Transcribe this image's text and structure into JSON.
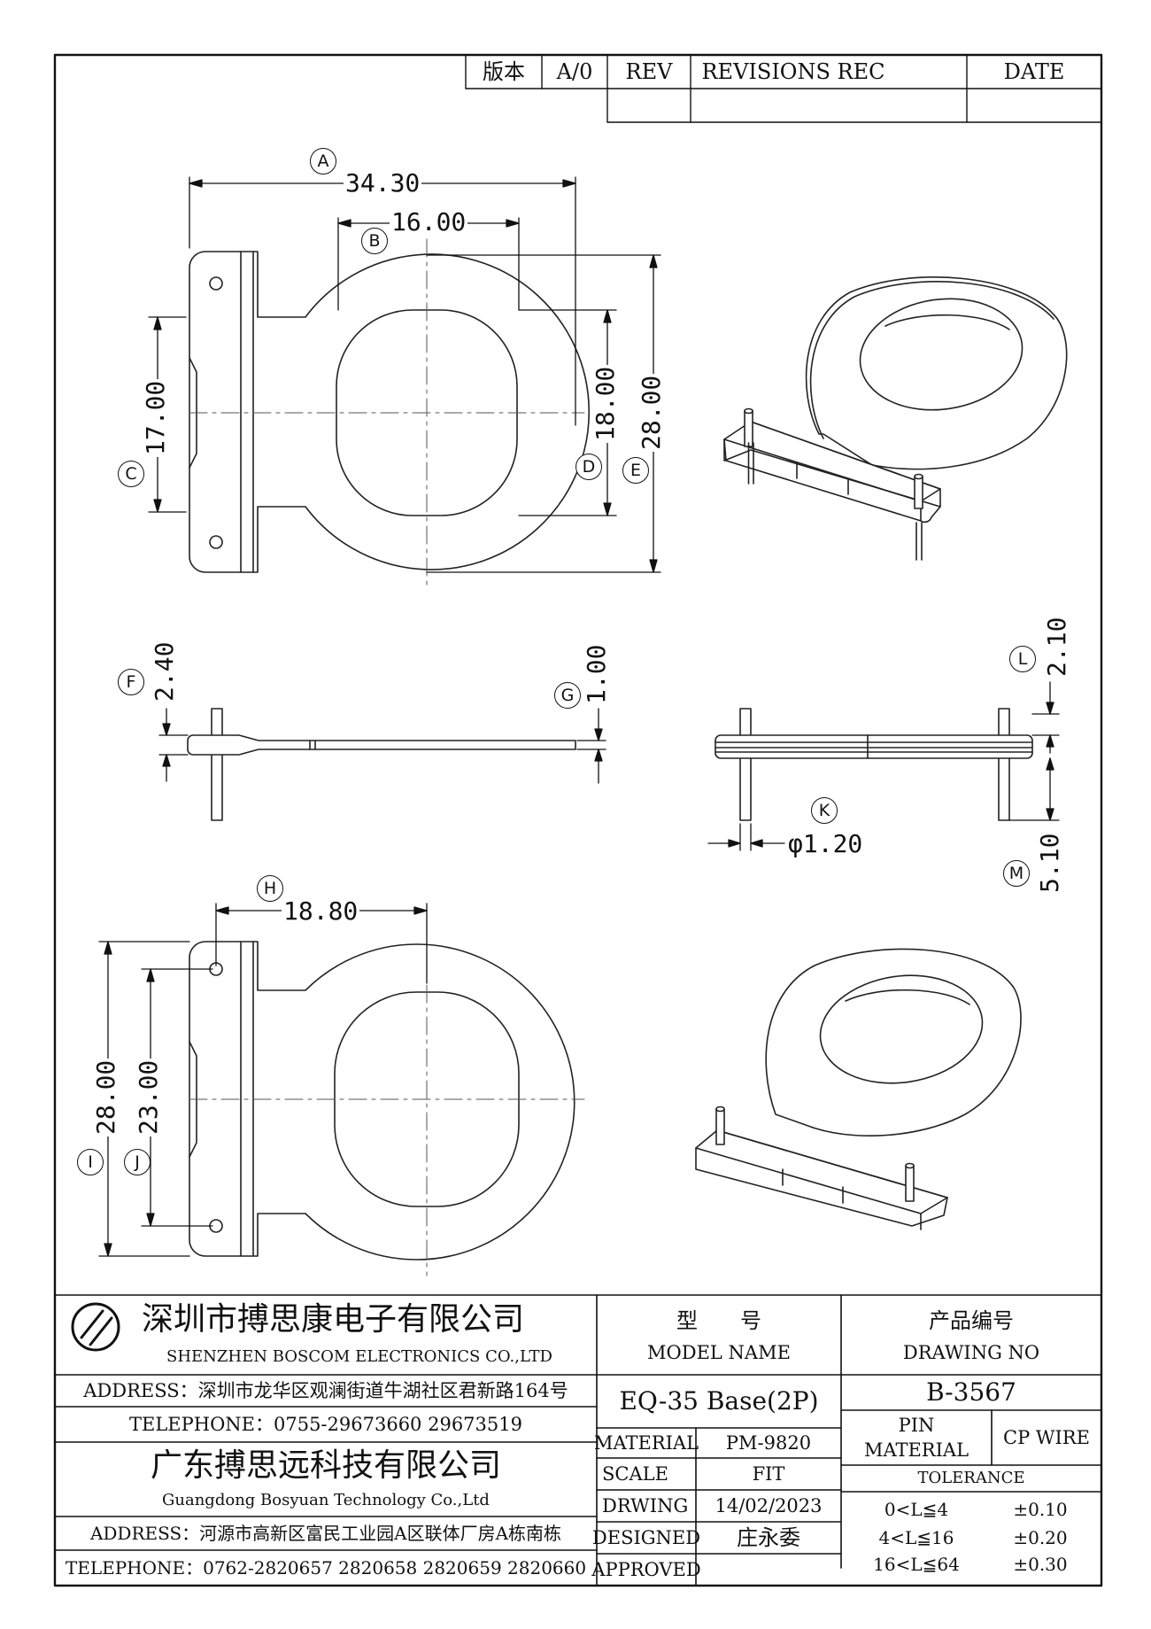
{
  "revision_block": {
    "version_label": "版本",
    "version_value": "A/0",
    "rev_header": "REV",
    "revisions_header": "REVISIONS REC",
    "date_header": "DATE"
  },
  "dimensions": {
    "a": {
      "label": "A",
      "value": "34.30"
    },
    "b": {
      "label": "B",
      "value": "16.00"
    },
    "c": {
      "label": "C",
      "value": "17.00"
    },
    "d": {
      "label": "D",
      "value": "18.00"
    },
    "e": {
      "label": "E",
      "value": "28.00"
    },
    "f": {
      "label": "F",
      "value": "2.40"
    },
    "g": {
      "label": "G",
      "value": "1.00"
    },
    "h": {
      "label": "H",
      "value": "18.80"
    },
    "i": {
      "label": "I",
      "value": "28.00"
    },
    "j": {
      "label": "J",
      "value": "23.00"
    },
    "k": {
      "label": "K",
      "value": "φ1.20"
    },
    "l": {
      "label": "L",
      "value": "2.10"
    },
    "m": {
      "label": "M",
      "value": "5.10"
    }
  },
  "title_block": {
    "company1_cn": "深圳市搏思康电子有限公司",
    "company1_en": "SHENZHEN BOSCOM ELECTRONICS CO.,LTD",
    "address1": "ADDRESS：深圳市龙华区观澜街道牛湖社区君新路164号",
    "telephone1": "TELEPHONE：0755-29673660 29673519",
    "company2_cn": "广东搏思远科技有限公司",
    "company2_en": "Guangdong Bosyuan Technology Co.,Ltd",
    "address2": "ADDRESS：河源市高新区富民工业园A区联体厂房A栋南栋",
    "telephone2": "TELEPHONE：0762-2820657 2820658 2820659 2820660",
    "model_cn": "型　　号",
    "model_en": "MODEL NAME",
    "model_value": "EQ-35 Base(2P)",
    "drawing_cn": "产品编号",
    "drawing_en": "DRAWING NO",
    "drawing_value": "B-3567",
    "material_label": "MATERIAL",
    "material_value": "PM-9820",
    "scale_label": "SCALE",
    "scale_value": "FIT",
    "drawing_date_label": "DRWING",
    "drawing_date_value": "14/02/2023",
    "designed_label": "DESIGNED",
    "designed_value": "庄永委",
    "approved_label": "APPROVED",
    "approved_value": "",
    "pin_material_label_1": "PIN",
    "pin_material_label_2": "MATERIAL",
    "pin_material_value": "CP WIRE",
    "tolerance_header": "TOLERANCE",
    "tolerance_rows": [
      {
        "range": "0<L≦4",
        "value": "±0.10"
      },
      {
        "range": "4<L≦16",
        "value": "±0.20"
      },
      {
        "range": "16<L≦64",
        "value": "±0.30"
      }
    ]
  }
}
